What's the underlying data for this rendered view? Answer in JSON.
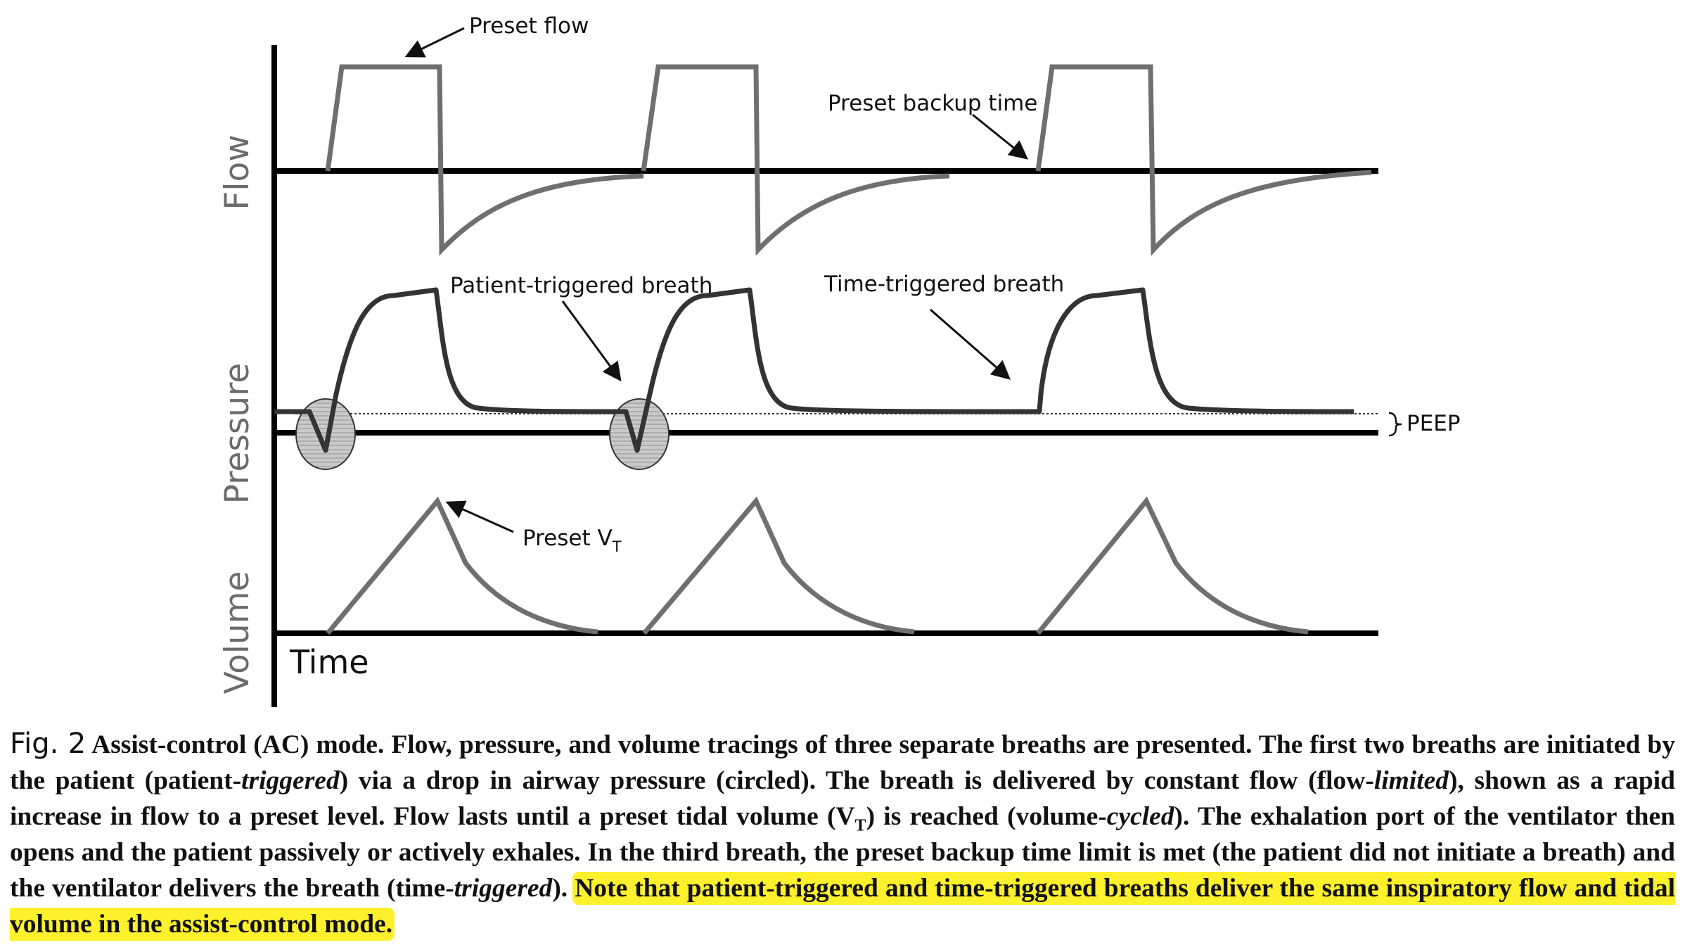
{
  "diagram": {
    "axes": {
      "flow": "Flow",
      "pressure": "Pressure",
      "volume": "Volume",
      "time": "Time"
    },
    "annotations": {
      "preset_flow": "Preset flow",
      "preset_backup_time": "Preset backup time",
      "patient_triggered_breath": "Patient-triggered breath",
      "time_triggered_breath": "Time-triggered breath",
      "peep": "PEEP",
      "preset_vt_main": "Preset V",
      "preset_vt_sub": "T"
    },
    "colors": {
      "axis": "#000000",
      "flow_trace": "#6f6f6f",
      "pressure_trace": "#333333",
      "volume_trace": "#6f6f6f",
      "trigger_circle": "#c9c9c9",
      "highlight": "#fdf02c"
    }
  },
  "caption": {
    "fig_label": "Fig. 2",
    "seg1": "Assist-control (AC) mode. Flow, pressure, and volume tracings of three separate breaths are presented. The first two breaths are initiated by the patient (patient-",
    "seg2": "triggered",
    "seg3": ") via a drop in airway pressure (circled). The breath is delivered by constant flow (flow-",
    "seg4": "limited",
    "seg5": "), shown as a rapid increase in flow to a preset level. Flow lasts until a preset tidal volume (V",
    "seg6": "T",
    "seg7": ") is reached (volume-",
    "seg8": "cycled",
    "seg9": "). The exhalation port of the ventilator then opens and the patient passively or actively exhales. In the third breath, the preset backup time limit is met (the patient did not initiate a breath) and the ventilator delivers the breath (time-",
    "seg10": "triggered",
    "seg11": ").",
    "highlight": "Note that patient-triggered and time-triggered breaths deliver the same inspiratory flow and tidal volume in the assist-control mode."
  }
}
